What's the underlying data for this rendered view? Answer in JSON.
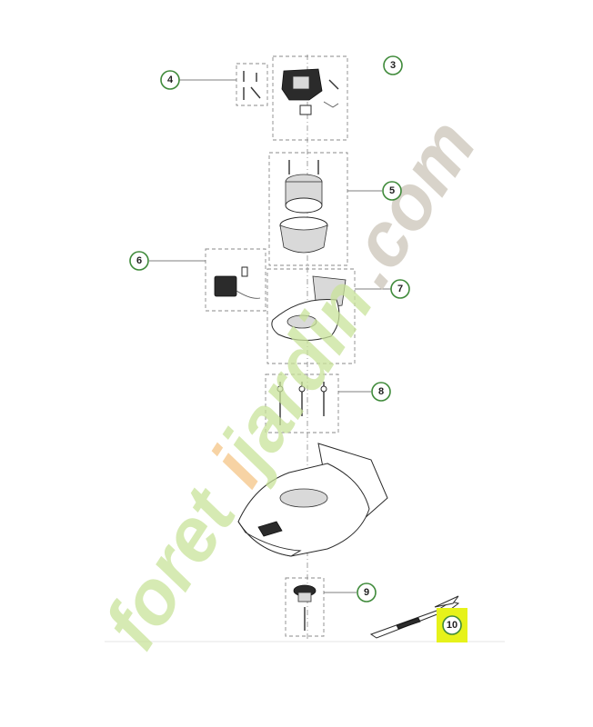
{
  "callouts": [
    {
      "id": "4",
      "label": "4"
    },
    {
      "id": "5",
      "label": "5"
    },
    {
      "id": "6",
      "label": "6"
    },
    {
      "id": "7",
      "label": "7"
    },
    {
      "id": "8",
      "label": "8"
    },
    {
      "id": "9",
      "label": "9"
    },
    {
      "id": "10",
      "label": "10"
    },
    {
      "id": "top",
      "label": "3"
    }
  ],
  "watermark": {
    "part_green": "foret",
    "part_orange": "i",
    "part_green2": "jardin",
    "part_grey": ".com"
  },
  "colors": {
    "callout_ring": "#3f8a3a",
    "highlight": "#e6f21a",
    "watermark_green": "#c9e39a",
    "watermark_orange": "#f6c98e",
    "watermark_grey": "#cfc9bd"
  }
}
